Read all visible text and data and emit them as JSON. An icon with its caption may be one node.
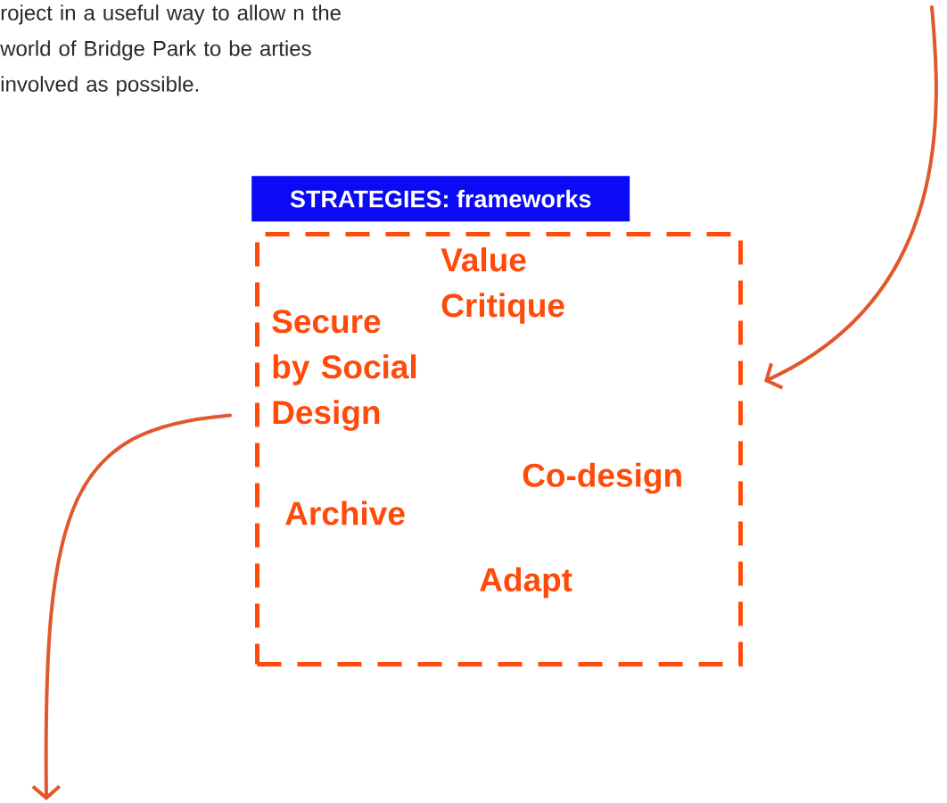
{
  "diagram": {
    "nodes": [
      {
        "text": [
          "STRATEGIES: frameworks"
        ]
      },
      {
        "text": [
          "Value Critique",
          "Secure by Social Design",
          "Co-design",
          "Archive",
          "Adapt"
        ]
      }
    ],
    "edges": [
      {
        "from": null,
        "to": 1,
        "arrow": "to"
      },
      {
        "from": 1,
        "to": null,
        "arrow": "to"
      }
    ],
    "labels": [
      "roject in a useful way to allow n the world of Bridge Park to be arties involved as possible."
    ]
  }
}
